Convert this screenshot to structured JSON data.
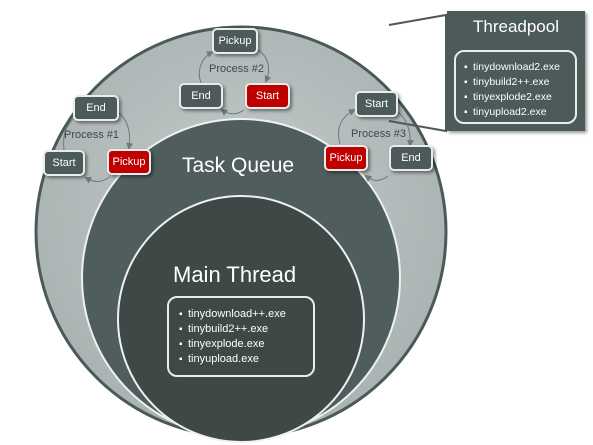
{
  "threadpool": {
    "title": "Threadpool",
    "items": [
      "tinydownload2.exe",
      "tinybuild2++.exe",
      "tinyexplode2.exe",
      "tinyupload2.exe"
    ]
  },
  "task_queue": {
    "title": "Task Queue"
  },
  "main_thread": {
    "title": "Main Thread",
    "items": [
      "tinydownload++.exe",
      "tinybuild2++.exe",
      "tinyexplode.exe",
      "tinyupload.exe"
    ]
  },
  "processes": [
    {
      "label": "Process  #1",
      "start": "Start",
      "end": "End",
      "pickup": "Pickup"
    },
    {
      "label": "Process  #2",
      "start": "Start",
      "end": "End",
      "pickup": "Pickup"
    },
    {
      "label": "Process  #3",
      "start": "Start",
      "end": "End",
      "pickup": "Pickup"
    }
  ],
  "colors": {
    "outer_circle": "#b3bcbb",
    "task_queue_circle": "#4f5e5d",
    "main_thread_circle": "#3d4847",
    "box_gray": "#4c5a59",
    "box_red": "#c00000",
    "arrow": "#6c7a79"
  }
}
